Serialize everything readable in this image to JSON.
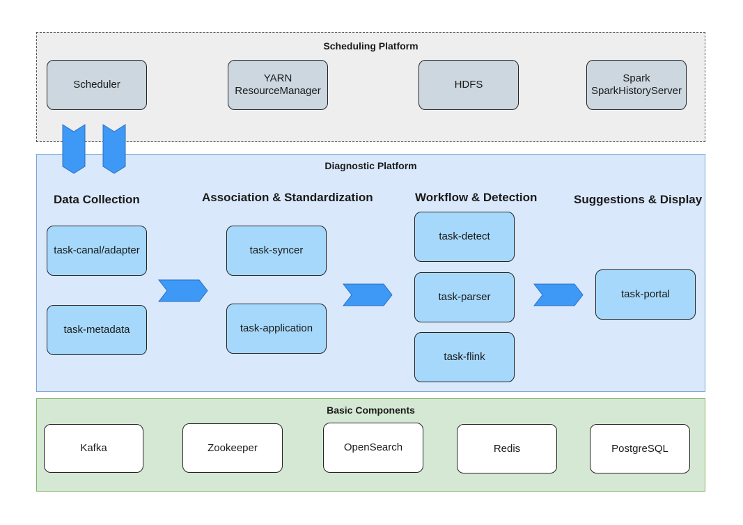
{
  "colors": {
    "scheduling_bg": "#eeeeee",
    "diagnostic_bg": "#dae8fc",
    "basic_bg": "#d5e8d4",
    "grey_box": "#ccd7df",
    "blue_box": "#a6d8fb",
    "arrow_fill": "#3d99f5"
  },
  "scheduling": {
    "title": "Scheduling Platform",
    "boxes": [
      "Scheduler",
      "YARN\nResourceManager",
      "HDFS",
      "Spark\nSparkHistoryServer"
    ]
  },
  "diagnostic": {
    "title": "Diagnostic Platform",
    "sections": [
      {
        "heading": "Data Collection",
        "tasks": [
          "task-canal/adapter",
          "task-metadata"
        ]
      },
      {
        "heading": "Association & Standardization",
        "tasks": [
          "task-syncer",
          "task-application"
        ]
      },
      {
        "heading": "Workflow & Detection",
        "tasks": [
          "task-detect",
          "task-parser",
          "task-flink"
        ]
      },
      {
        "heading": "Suggestions & Display",
        "tasks": [
          "task-portal"
        ]
      }
    ]
  },
  "basic": {
    "title": "Basic Components",
    "boxes": [
      "Kafka",
      "Zookeeper",
      "OpenSearch",
      "Redis",
      "PostgreSQL"
    ]
  }
}
